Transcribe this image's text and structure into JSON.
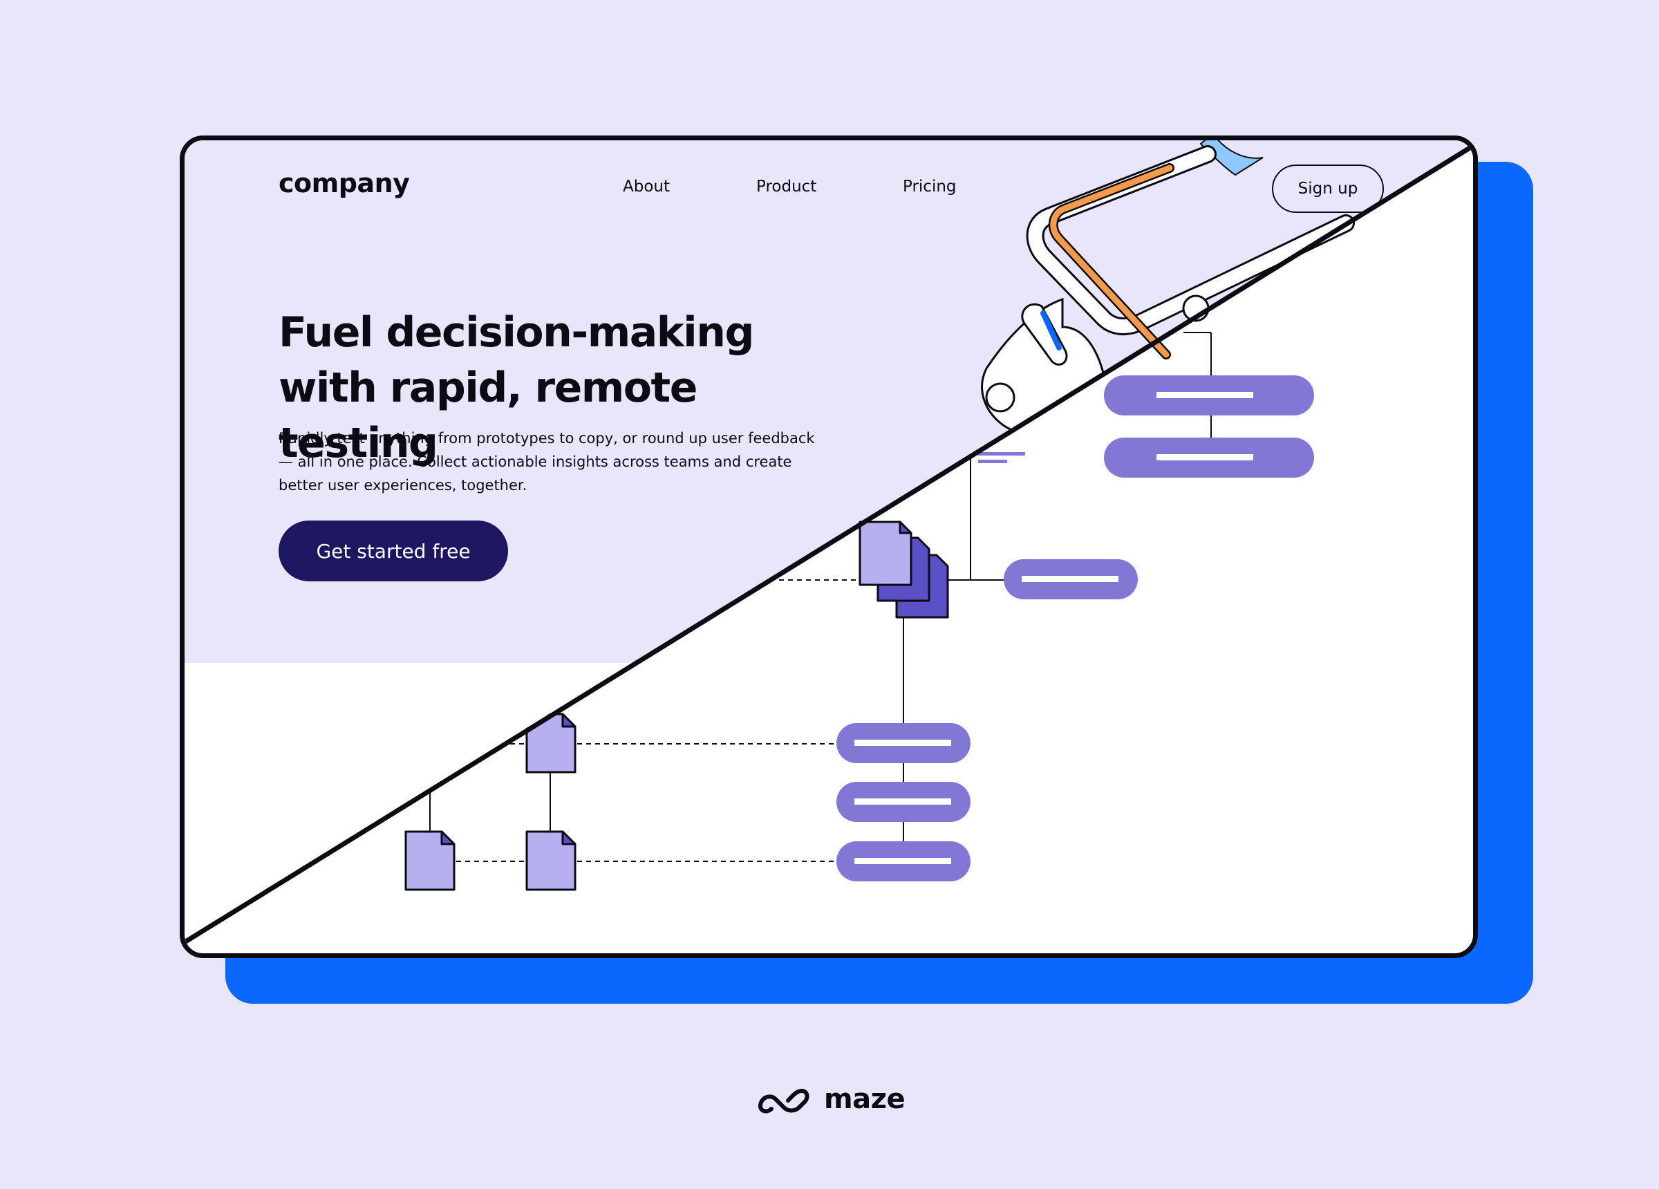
{
  "browser": {
    "logo": "company",
    "nav": [
      {
        "label": "About"
      },
      {
        "label": "Product"
      },
      {
        "label": "Pricing"
      }
    ],
    "signup_label": "Sign up"
  },
  "hero": {
    "title_line1": "Fuel decision-making",
    "title_line2": "with rapid, remote testing",
    "subtitle": "Rapidly test anything from prototypes to copy, or round up user feedback — all in one place. Collect actionable insights across teams and create better user experiences, together.",
    "cta_label": "Get started free"
  },
  "illustration": {
    "icons": [
      "document-icon",
      "document-stack-icon",
      "fuel-nozzle-icon",
      "label-pill-icon"
    ]
  },
  "footer": {
    "brand_name": "maze",
    "brand_icon": "maze-logo-icon"
  },
  "colors": {
    "background": "#e9e6fb",
    "accent_blue": "#0b68ff",
    "cta_navy": "#1c1760",
    "pill_purple": "#8178d6",
    "doc_lilac": "#b5b0f0",
    "doc_dark": "#5a4fc4",
    "hose_orange": "#f59a4a",
    "nozzle_light_blue": "#8fc8ff"
  }
}
